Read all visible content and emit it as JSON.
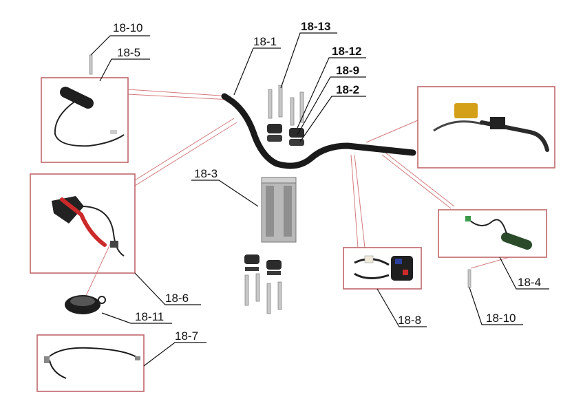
{
  "labels": {
    "p18_1": "18-1",
    "p18_2": "18-2",
    "p18_3": "18-3",
    "p18_4": "18-4",
    "p18_5": "18-5",
    "p18_6": "18-6",
    "p18_7": "18-7",
    "p18_8": "18-8",
    "p18_9": "18-9",
    "p18_10_left": "18-10",
    "p18_10_right": "18-10",
    "p18_11": "18-11",
    "p18_12": "18-12",
    "p18_13": "18-13"
  },
  "colors": {
    "callout_box": "#c0666a",
    "leader_red": "#d47a7e",
    "handlebar": "#1a1a1a",
    "riser_metal": "#b9b9b9",
    "grip_green": "#2a4a2a",
    "cable_red": "#cc2a2a",
    "caliper_gold": "#d4a017"
  }
}
